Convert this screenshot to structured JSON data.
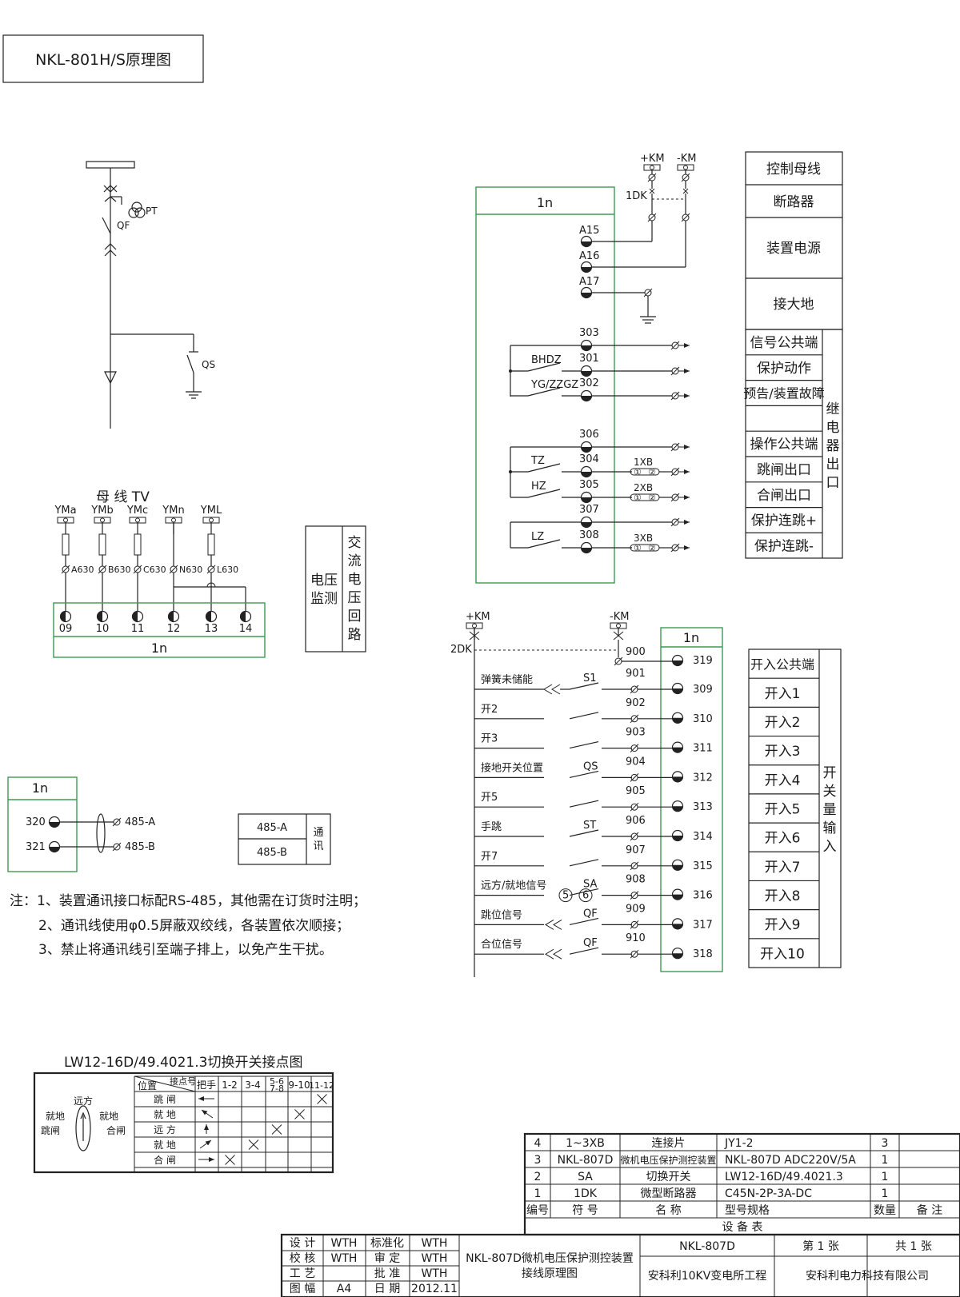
{
  "title": "NKL-801H/S原理图",
  "one_line": {
    "pt": "PT",
    "qf": "QF",
    "qs": "QS"
  },
  "tv": {
    "heading": "母  线  TV",
    "buses": [
      "YMa",
      "YMb",
      "YMc",
      "YMn",
      "YML"
    ],
    "wires": [
      "A630",
      "B630",
      "C630",
      "N630",
      "L630"
    ],
    "terminals": [
      "09",
      "10",
      "11",
      "12",
      "13",
      "14"
    ],
    "device": "1n",
    "label_left": [
      "电压",
      "监测"
    ],
    "label_right": [
      "交",
      "流",
      "电",
      "压",
      "回",
      "路"
    ]
  },
  "comm": {
    "device": "1n",
    "terminals": [
      "320",
      "321"
    ],
    "lines": [
      "485-A",
      "485-B"
    ],
    "box_rows": [
      "485-A",
      "485-B"
    ],
    "box_label": [
      "通",
      "讯"
    ]
  },
  "notes": [
    "注：1、装置通讯接口标配RS-485，其他需在订货时注明；",
    "2、通讯线使用φ0.5屏蔽双绞线，各装置依次顺接；",
    "3、禁止将通讯线引至端子排上，以免产生干扰。"
  ],
  "power": {
    "device": "1n",
    "km_pos": "+KM",
    "km_neg": "-KM",
    "breaker": "1DK",
    "terminals": [
      "A15",
      "A16",
      "A17"
    ],
    "relay_terminals": [
      "303",
      "301",
      "302",
      "306",
      "304",
      "305",
      "307",
      "308"
    ],
    "contacts": [
      "BHDZ",
      "YG/ZZGZ",
      "TZ",
      "HZ",
      "LZ"
    ],
    "xb": [
      "1XB",
      "2XB",
      "3XB"
    ],
    "xb_pin1": "①",
    "xb_pin2": "②"
  },
  "legend_top": [
    "控制母线",
    "断路器",
    "装置电源",
    "接大地"
  ],
  "legend_relay": [
    "信号公共端",
    "保护动作",
    "预告/装置故障",
    "",
    "操作公共端",
    "跳闸出口",
    "合闸出口",
    "保护连跳+",
    "保护连跳-"
  ],
  "legend_relay_side": [
    "继",
    "电",
    "器",
    "出",
    "口"
  ],
  "inputs": {
    "km_pos": "+KM",
    "km_neg": "-KM",
    "breaker": "2DK",
    "device": "1n",
    "wire_900": "900",
    "term_319": "319",
    "rows": [
      {
        "label": "弹簧未储能",
        "contact": "S1",
        "wire": "901",
        "term": "309"
      },
      {
        "label": "开2",
        "contact": "",
        "wire": "902",
        "term": "310"
      },
      {
        "label": "开3",
        "contact": "",
        "wire": "903",
        "term": "311"
      },
      {
        "label": "接地开关位置",
        "contact": "QS",
        "wire": "904",
        "term": "312"
      },
      {
        "label": "开5",
        "contact": "",
        "wire": "905",
        "term": "313"
      },
      {
        "label": "手跳",
        "contact": "ST",
        "wire": "906",
        "term": "314"
      },
      {
        "label": "开7",
        "contact": "",
        "wire": "907",
        "term": "315"
      },
      {
        "label": "远方/就地信号",
        "contact": "SA",
        "wire": "908",
        "term": "316"
      },
      {
        "label": "跳位信号",
        "contact": "QF",
        "wire": "909",
        "term": "317"
      },
      {
        "label": "合位信号",
        "contact": "QF",
        "wire": "910",
        "term": "318"
      }
    ],
    "sa_pin_a": "5",
    "sa_pin_b": "6"
  },
  "legend_inputs": [
    "开入公共端",
    "开入1",
    "开入2",
    "开入3",
    "开入4",
    "开入5",
    "开入6",
    "开入7",
    "开入8",
    "开入9",
    "开入10"
  ],
  "legend_inputs_side": [
    "开",
    "关",
    "量",
    "输",
    "入"
  ],
  "switch_table": {
    "title": "LW12-16D/49.4021.3切换开关接点图",
    "knob_labels": [
      "远方",
      "就地",
      "就地",
      "跳闸",
      "合闸"
    ],
    "header_pos": "位置",
    "header_contact": "接点号",
    "headers": [
      "把手",
      "1-2",
      "3-4",
      "5-6 7-8",
      "9-10",
      "11-12"
    ],
    "rows": [
      "跳  闸",
      "就  地",
      "远  方",
      "就  地",
      "合  闸"
    ]
  },
  "equipment": {
    "rows": [
      [
        "4",
        "1~3XB",
        "连接片",
        "JY1-2",
        "3",
        ""
      ],
      [
        "3",
        "NKL-807D",
        "微机电压保护测控装置",
        "NKL-807D  ADC220V/5A",
        "1",
        ""
      ],
      [
        "2",
        "SA",
        "切换开关",
        "LW12-16D/49.4021.3",
        "1",
        ""
      ],
      [
        "1",
        "1DK",
        "微型断路器",
        "C45N-2P-3A-DC",
        "1",
        ""
      ],
      [
        "编号",
        "符 号",
        "名 称",
        "型号规格",
        "数量",
        "备 注"
      ]
    ],
    "caption": "设  备  表"
  },
  "title_block": {
    "roles": [
      "设 计",
      "校 核",
      "工 艺",
      "图 幅"
    ],
    "role_vals": [
      "WTH",
      "WTH",
      "",
      ""
    ],
    "size": "A4",
    "roles2": [
      "标准化",
      "审 定",
      "批 准",
      "日 期"
    ],
    "role2_vals": [
      "WTH",
      "WTH",
      "WTH",
      "2012.11"
    ],
    "drawing_title_1": "NKL-807D微机电压保护测控装置",
    "drawing_title_2": "接线原理图",
    "model": "NKL-807D",
    "sheet": "第 1 张",
    "total": "共 1 张",
    "project": "安科利10KV变电所工程",
    "company": "安科利电力科技有限公司"
  }
}
